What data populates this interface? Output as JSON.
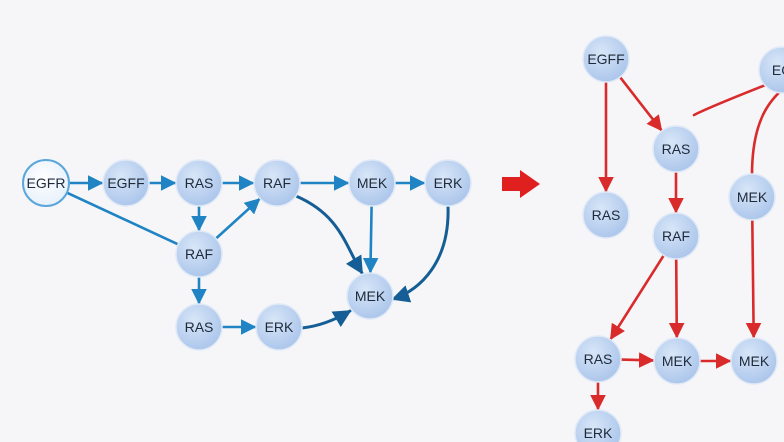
{
  "colors": {
    "background": "#f6f6f8",
    "node_fill": "#b9d0ef",
    "node_stroke": "#e6eefa",
    "left_edge": "#1f83c4",
    "left_edge_dark": "#145e95",
    "right_edge": "#d92b2b",
    "arrow": "#e01f1f"
  },
  "left_graph": {
    "nodes": [
      {
        "id": "L-EGFR",
        "label": "EGFR"
      },
      {
        "id": "L-EGFF",
        "label": "EGFF"
      },
      {
        "id": "L-RAS1",
        "label": "RAS"
      },
      {
        "id": "L-RAF1",
        "label": "RAF"
      },
      {
        "id": "L-MEK1",
        "label": "MEK"
      },
      {
        "id": "L-ERK1",
        "label": "ERK"
      },
      {
        "id": "L-RAF2",
        "label": "RAF"
      },
      {
        "id": "L-RAS2",
        "label": "RAS"
      },
      {
        "id": "L-ERK2",
        "label": "ERK"
      },
      {
        "id": "L-MEK2",
        "label": "MEK"
      }
    ],
    "edges": [
      {
        "from": "L-EGFR",
        "to": "L-EGFF"
      },
      {
        "from": "L-EGFF",
        "to": "L-RAS1"
      },
      {
        "from": "L-RAS1",
        "to": "L-RAF1"
      },
      {
        "from": "L-RAF1",
        "to": "L-MEK1"
      },
      {
        "from": "L-MEK1",
        "to": "L-ERK1"
      },
      {
        "from": "L-EGFR",
        "to": "L-RAF2"
      },
      {
        "from": "L-RAS1",
        "to": "L-RAF2"
      },
      {
        "from": "L-RAF2",
        "to": "L-RAF1"
      },
      {
        "from": "L-RAF2",
        "to": "L-RAS2"
      },
      {
        "from": "L-RAS2",
        "to": "L-ERK2"
      },
      {
        "from": "L-ERK2",
        "to": "L-MEK2"
      },
      {
        "from": "L-MEK1",
        "to": "L-MEK2"
      },
      {
        "from": "L-RAF1",
        "to": "L-MEK2"
      },
      {
        "from": "L-ERK1",
        "to": "L-MEK2"
      }
    ]
  },
  "transition_arrow": {
    "icon": "right-arrow-icon"
  },
  "right_graph": {
    "nodes": [
      {
        "id": "R-EGFF",
        "label": "EGFF"
      },
      {
        "id": "R-EG",
        "label": "EG"
      },
      {
        "id": "R-RAS1",
        "label": "RAS"
      },
      {
        "id": "R-RAS2",
        "label": "RAS"
      },
      {
        "id": "R-RAF",
        "label": "RAF"
      },
      {
        "id": "R-MEK1",
        "label": "MEK"
      },
      {
        "id": "R-RAS3",
        "label": "RAS"
      },
      {
        "id": "R-MEK2",
        "label": "MEK"
      },
      {
        "id": "R-MEK3",
        "label": "MEK"
      },
      {
        "id": "R-ERK",
        "label": "ERK"
      }
    ],
    "edges": [
      {
        "from": "R-EGFF",
        "to": "R-RAS2"
      },
      {
        "from": "R-EGFF",
        "to": "R-RAS1"
      },
      {
        "from": "R-EG",
        "to": "R-RAS1"
      },
      {
        "from": "R-RAS1",
        "to": "R-RAF"
      },
      {
        "from": "R-EG",
        "to": "R-MEK1"
      },
      {
        "from": "R-RAF",
        "to": "R-RAS3"
      },
      {
        "from": "R-RAF",
        "to": "R-MEK2"
      },
      {
        "from": "R-RAS3",
        "to": "R-MEK2"
      },
      {
        "from": "R-MEK2",
        "to": "R-MEK3"
      },
      {
        "from": "R-MEK1",
        "to": "R-MEK3"
      },
      {
        "from": "R-RAS3",
        "to": "R-ERK"
      }
    ]
  }
}
